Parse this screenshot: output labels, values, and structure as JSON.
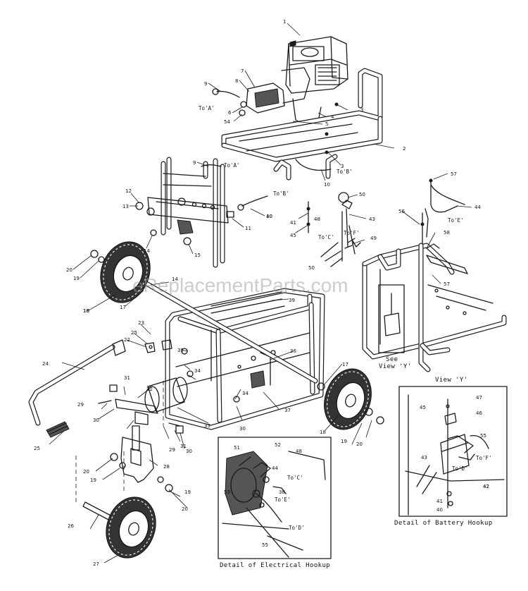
{
  "watermark": "eReplacementParts.com",
  "callouts": [
    {
      "id": "c1",
      "text": "1"
    },
    {
      "id": "c2",
      "text": "2"
    },
    {
      "id": "c3a",
      "text": "3"
    },
    {
      "id": "c3b",
      "text": "3"
    },
    {
      "id": "c4",
      "text": "4"
    },
    {
      "id": "c5",
      "text": "5"
    },
    {
      "id": "c6",
      "text": "6"
    },
    {
      "id": "c7",
      "text": "7"
    },
    {
      "id": "c8",
      "text": "8"
    },
    {
      "id": "c9a",
      "text": "9"
    },
    {
      "id": "c9b",
      "text": "9"
    },
    {
      "id": "c10a",
      "text": "10"
    },
    {
      "id": "c10b",
      "text": "10"
    },
    {
      "id": "c11",
      "text": "11"
    },
    {
      "id": "c12",
      "text": "12"
    },
    {
      "id": "c13",
      "text": "13"
    },
    {
      "id": "c14a",
      "text": "14"
    },
    {
      "id": "c14b",
      "text": "14"
    },
    {
      "id": "c15",
      "text": "15"
    },
    {
      "id": "c16",
      "text": "16"
    },
    {
      "id": "c17a",
      "text": "17"
    },
    {
      "id": "c17b",
      "text": "17"
    },
    {
      "id": "c18a",
      "text": "18"
    },
    {
      "id": "c18b",
      "text": "18"
    },
    {
      "id": "c19a",
      "text": "19"
    },
    {
      "id": "c19b",
      "text": "19"
    },
    {
      "id": "c19c",
      "text": "19"
    },
    {
      "id": "c19d",
      "text": "19"
    },
    {
      "id": "c20a",
      "text": "20"
    },
    {
      "id": "c20b",
      "text": "20"
    },
    {
      "id": "c20c",
      "text": "20"
    },
    {
      "id": "c20d",
      "text": "20"
    },
    {
      "id": "c22",
      "text": "22"
    },
    {
      "id": "c23",
      "text": "23"
    },
    {
      "id": "c24",
      "text": "24"
    },
    {
      "id": "c25a",
      "text": "25"
    },
    {
      "id": "c25b",
      "text": "25"
    },
    {
      "id": "c26",
      "text": "26"
    },
    {
      "id": "c27",
      "text": "27"
    },
    {
      "id": "c28",
      "text": "28"
    },
    {
      "id": "c29a",
      "text": "29"
    },
    {
      "id": "c29b",
      "text": "29"
    },
    {
      "id": "c30a",
      "text": "30"
    },
    {
      "id": "c30b",
      "text": "30"
    },
    {
      "id": "c30c",
      "text": "30"
    },
    {
      "id": "c31a",
      "text": "31"
    },
    {
      "id": "c31b",
      "text": "31"
    },
    {
      "id": "c32",
      "text": "32"
    },
    {
      "id": "c33",
      "text": "33"
    },
    {
      "id": "c34a",
      "text": "34"
    },
    {
      "id": "c34b",
      "text": "34"
    },
    {
      "id": "c35",
      "text": "35"
    },
    {
      "id": "c36",
      "text": "36"
    },
    {
      "id": "c37",
      "text": "37"
    },
    {
      "id": "c39",
      "text": "39"
    },
    {
      "id": "c40",
      "text": "40"
    },
    {
      "id": "c41",
      "text": "41"
    },
    {
      "id": "c42",
      "text": "42"
    },
    {
      "id": "c43",
      "text": "43"
    },
    {
      "id": "c44",
      "text": "44"
    },
    {
      "id": "c45",
      "text": "45"
    },
    {
      "id": "c48",
      "text": "48"
    },
    {
      "id": "c49",
      "text": "49"
    },
    {
      "id": "c50a",
      "text": "50"
    },
    {
      "id": "c50b",
      "text": "50"
    },
    {
      "id": "c54",
      "text": "54"
    },
    {
      "id": "c56",
      "text": "56"
    },
    {
      "id": "c57a",
      "text": "57"
    },
    {
      "id": "c57b",
      "text": "57"
    },
    {
      "id": "c58",
      "text": "58"
    },
    {
      "id": "d51",
      "text": "51"
    },
    {
      "id": "d52",
      "text": "52"
    },
    {
      "id": "d48",
      "text": "48"
    },
    {
      "id": "d44",
      "text": "44"
    },
    {
      "id": "d53",
      "text": "53"
    },
    {
      "id": "d38",
      "text": "38"
    },
    {
      "id": "d55",
      "text": "55"
    },
    {
      "id": "b47",
      "text": "47"
    },
    {
      "id": "b45",
      "text": "45"
    },
    {
      "id": "b46",
      "text": "46"
    },
    {
      "id": "b55",
      "text": "55"
    },
    {
      "id": "b43",
      "text": "43"
    },
    {
      "id": "b42",
      "text": "42"
    },
    {
      "id": "b41",
      "text": "41"
    },
    {
      "id": "b40",
      "text": "40"
    }
  ],
  "connectors": [
    {
      "id": "k1",
      "text": "To'A'"
    },
    {
      "id": "k2",
      "text": "To'A'"
    },
    {
      "id": "k3",
      "text": "To'B'"
    },
    {
      "id": "k4",
      "text": "To'B'"
    },
    {
      "id": "k5",
      "text": "To'E'"
    },
    {
      "id": "k6",
      "text": "To'C'"
    },
    {
      "id": "k7",
      "text": "To'F'"
    },
    {
      "id": "k8",
      "text": "To'C'"
    },
    {
      "id": "k9",
      "text": "To'E'"
    },
    {
      "id": "k10",
      "text": "To'D'"
    },
    {
      "id": "k11",
      "text": "To'F'"
    },
    {
      "id": "k12",
      "text": "To'D'"
    }
  ],
  "labels": {
    "see_view": "See",
    "see_view_2": "View 'Y'",
    "view_y": "View 'Y'",
    "battery_caption": "Detail of Battery Hookup",
    "electrical_caption": "Detail of Electrical Hookup"
  }
}
